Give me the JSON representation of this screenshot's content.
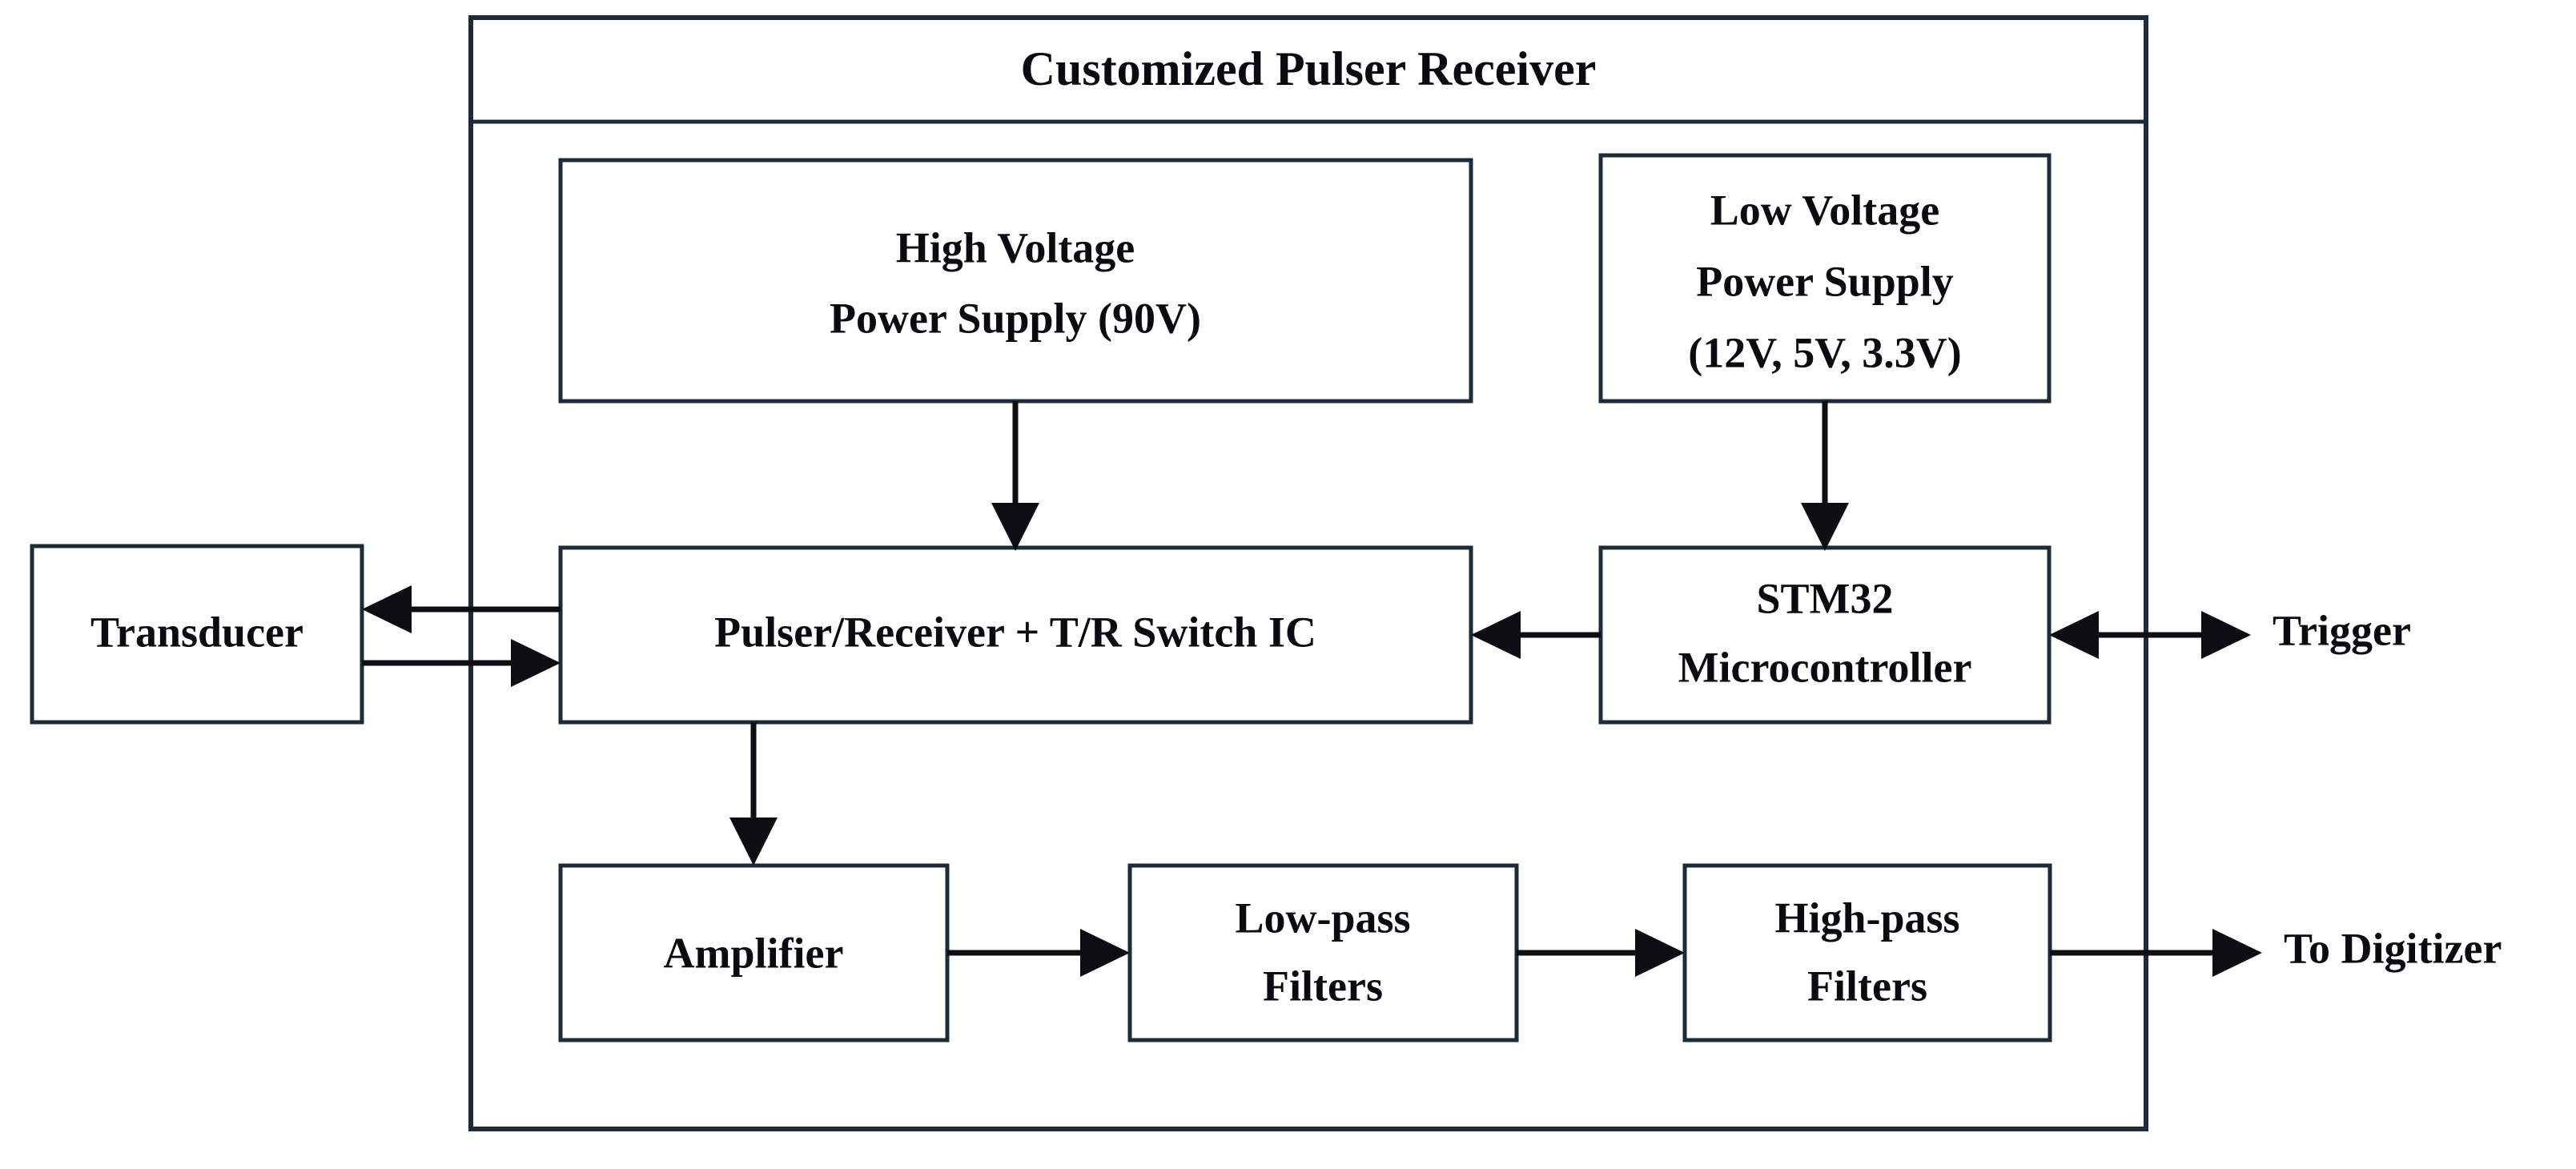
{
  "diagram": {
    "title": "Customized Pulser Receiver",
    "enclosure_label": "Customized Pulser Receiver",
    "colors": {
      "box_border": "#1b2b3a",
      "outer_border": "#1b2b3a",
      "arrow": "#0e0e12",
      "text": "#0b0b0f",
      "background": "#ffffff"
    },
    "blocks": {
      "transducer": {
        "line1": "Transducer"
      },
      "high_voltage_supply": {
        "line1": "High Voltage",
        "line2": "Power Supply (90V)"
      },
      "low_voltage_supply": {
        "line1": "Low Voltage",
        "line2": "Power Supply",
        "line3": "(12V, 5V, 3.3V)"
      },
      "pulser_receiver": {
        "line1": "Pulser/Receiver + T/R Switch IC"
      },
      "stm32": {
        "line1": "STM32",
        "line2": "Microcontroller"
      },
      "amplifier": {
        "line1": "Amplifier"
      },
      "low_pass_filters": {
        "line1": "Low-pass",
        "line2": "Filters"
      },
      "high_pass_filters": {
        "line1": "High-pass",
        "line2": "Filters"
      }
    },
    "external_labels": {
      "trigger": "Trigger",
      "to_digitizer": "To Digitizer"
    },
    "connections": [
      {
        "name": "hv-to-pulser",
        "from": "high_voltage_supply",
        "to": "pulser_receiver",
        "style": "single-arrow",
        "direction": "down"
      },
      {
        "name": "lv-to-stm32",
        "from": "low_voltage_supply",
        "to": "stm32",
        "style": "single-arrow",
        "direction": "down"
      },
      {
        "name": "pulser-to-transducer",
        "from": "pulser_receiver",
        "to": "transducer",
        "style": "single-arrow",
        "direction": "left"
      },
      {
        "name": "transducer-to-pulser",
        "from": "transducer",
        "to": "pulser_receiver",
        "style": "single-arrow",
        "direction": "right"
      },
      {
        "name": "stm32-to-pulser",
        "from": "stm32",
        "to": "pulser_receiver",
        "style": "single-arrow",
        "direction": "left"
      },
      {
        "name": "trigger-stm32",
        "from": "trigger",
        "to": "stm32",
        "style": "double-arrow",
        "direction": "both"
      },
      {
        "name": "pulser-to-amplifier",
        "from": "pulser_receiver",
        "to": "amplifier",
        "style": "single-arrow",
        "direction": "down"
      },
      {
        "name": "amplifier-to-lowpass",
        "from": "amplifier",
        "to": "low_pass_filters",
        "style": "single-arrow",
        "direction": "right"
      },
      {
        "name": "lowpass-to-highpass",
        "from": "low_pass_filters",
        "to": "high_pass_filters",
        "style": "single-arrow",
        "direction": "right"
      },
      {
        "name": "highpass-to-digitizer",
        "from": "high_pass_filters",
        "to": "to_digitizer",
        "style": "single-arrow",
        "direction": "right"
      }
    ]
  }
}
